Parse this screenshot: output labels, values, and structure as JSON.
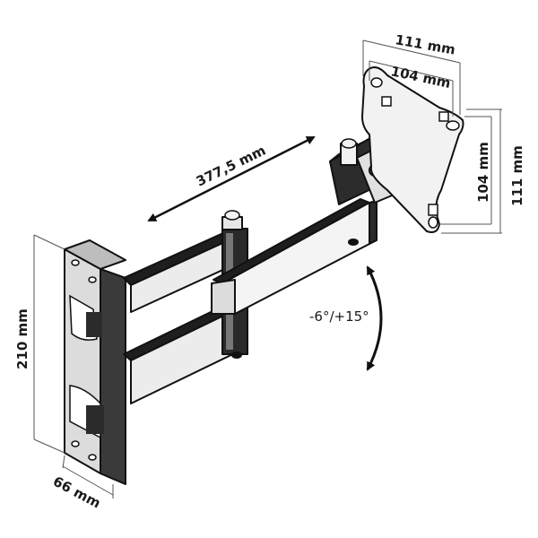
{
  "diagram": {
    "dimensions": {
      "plate_width_outer": "111 mm",
      "plate_width_inner": "104 mm",
      "plate_height_inner": "104 mm",
      "plate_height_outer": "111 mm",
      "arm_extension": "377,5 mm",
      "wall_plate_height": "210 mm",
      "wall_plate_depth": "66 mm"
    },
    "tilt": "-6°/+15°"
  }
}
